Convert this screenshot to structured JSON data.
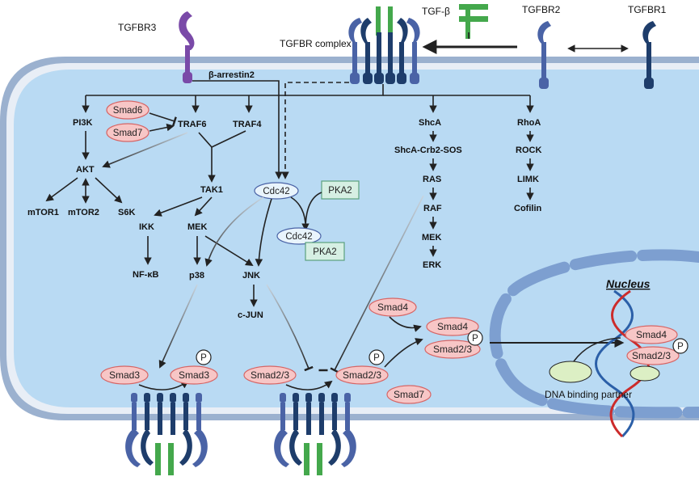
{
  "receptors": {
    "tgfbr3": "TGFBR3",
    "tgfbr2": "TGFBR2",
    "tgfbr1": "TGFBR1",
    "tgfb": "TGF-β",
    "complex": "TGFBR complex",
    "beta_arrestin": "β-arrestin2"
  },
  "pi3k_branch": {
    "pi3k": "PI3K",
    "akt": "AKT",
    "mtor1": "mTOR1",
    "mtor2": "mTOR2",
    "s6k": "S6K"
  },
  "traf_branch": {
    "smad6": "Smad6",
    "smad7": "Smad7",
    "traf6": "TRAF6",
    "traf4": "TRAF4",
    "tak1": "TAK1",
    "ikk": "IKK",
    "nfkb": "NF-κB",
    "mek": "MEK",
    "p38": "p38",
    "jnk": "JNK",
    "cjun": "c-JUN"
  },
  "cdc42_branch": {
    "cdc42": "Cdc42",
    "pka2": "PKA2"
  },
  "shca_branch": {
    "shca": "ShcA",
    "complex": "ShcA-Crb2-SOS",
    "ras": "RAS",
    "raf": "RAF",
    "mek": "MEK",
    "erk": "ERK"
  },
  "rhoa_branch": {
    "rhoa": "RhoA",
    "rock": "ROCK",
    "limk": "LIMK",
    "cofilin": "Cofilin"
  },
  "smads": {
    "smad3": "Smad3",
    "smad23": "Smad2/3",
    "smad4": "Smad4",
    "smad7": "Smad7",
    "phospho": "P"
  },
  "nucleus": {
    "title": "Nucleus",
    "dna_partner": "DNA binding partner"
  },
  "colors": {
    "cell_fill": "#b9daf3",
    "membrane": "#9bb1cf",
    "receptor_blue": "#4a63a6",
    "receptor_dark": "#1e3d6b",
    "tgfbr3_purple": "#7a4aa8",
    "ligand_green": "#44a84c",
    "smad_fill": "#f7c6c6",
    "smad_stroke": "#d66565",
    "pka_fill": "#d6efe3",
    "cdc42_fill": "#e9f4fc",
    "partner_fill": "#dcefc4"
  }
}
